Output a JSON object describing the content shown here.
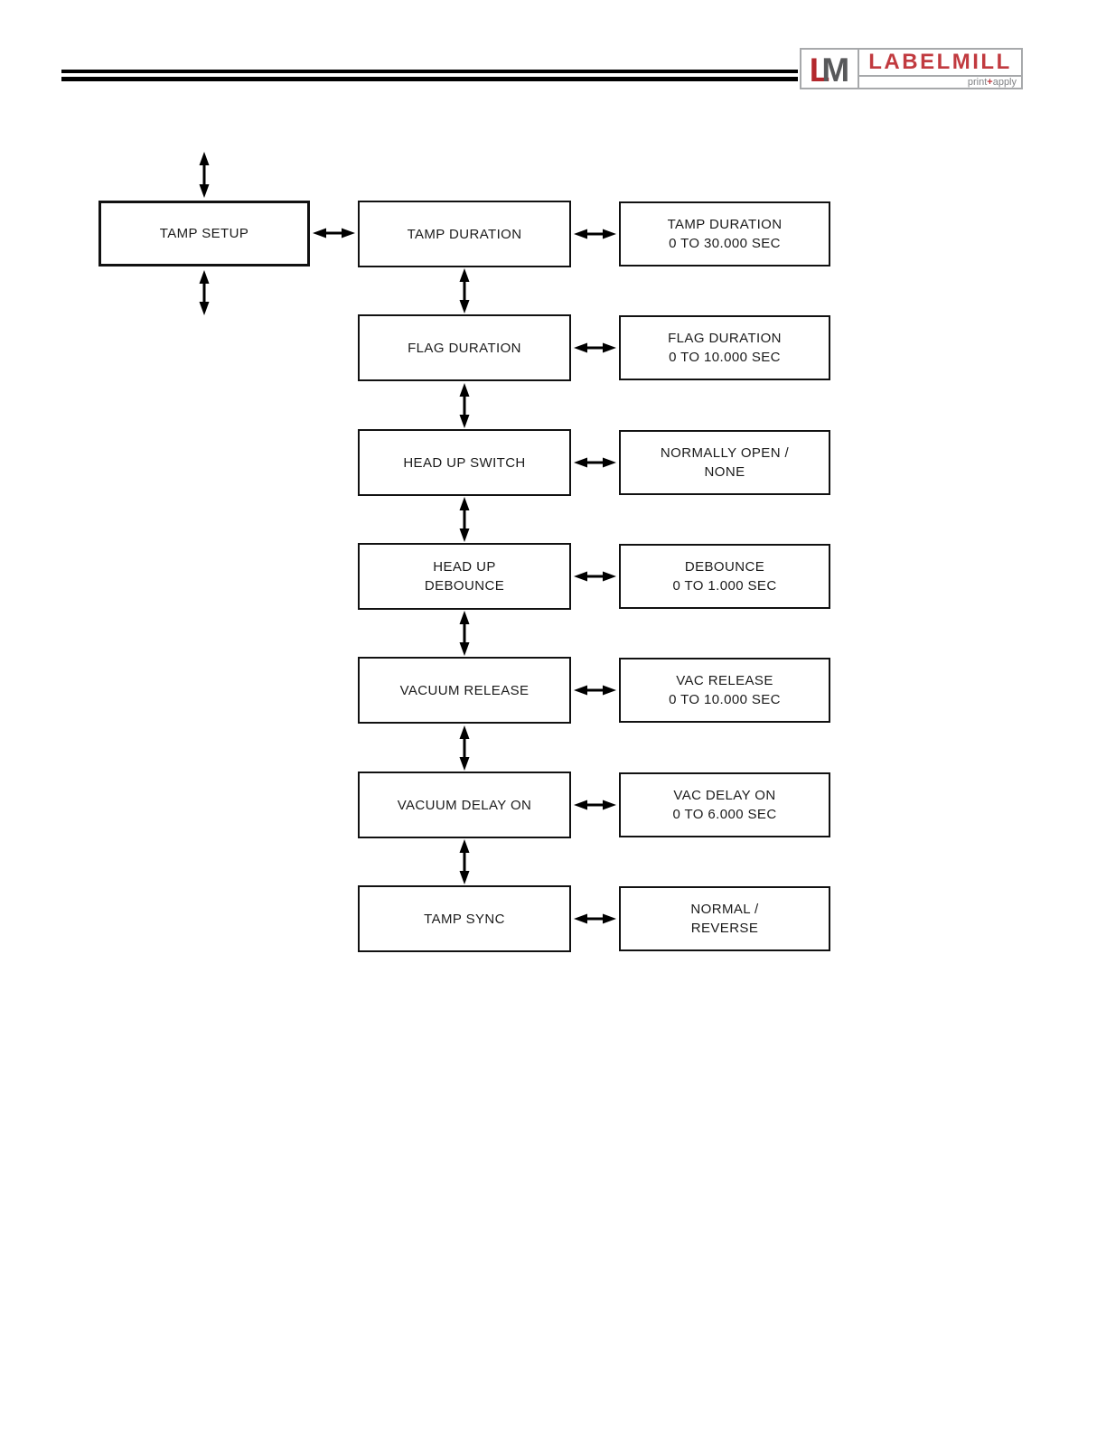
{
  "logo": {
    "monogram_l": "L",
    "monogram_m": "M",
    "name": "LABELMILL",
    "tagline_pre": "print",
    "tagline_sep": "+",
    "tagline_post": "apply",
    "colors": {
      "brand_red": "#c13a3f",
      "brand_gray": "#58595b",
      "border_gray": "#a7a9ab"
    }
  },
  "diagram": {
    "root_label": "TAMP SETUP",
    "rows": [
      {
        "item": "TAMP DURATION",
        "value": "TAMP DURATION\n0 TO 30.000 SEC"
      },
      {
        "item": "FLAG DURATION",
        "value": "FLAG DURATION\n0 TO 10.000 SEC"
      },
      {
        "item": "HEAD UP SWITCH",
        "value": "NORMALLY OPEN /\nNONE"
      },
      {
        "item": "HEAD UP\nDEBOUNCE",
        "value": "DEBOUNCE\n0 TO 1.000 SEC"
      },
      {
        "item": "VACUUM RELEASE",
        "value": "VAC RELEASE\n0 TO 10.000 SEC"
      },
      {
        "item": "VACUUM DELAY ON",
        "value": "VAC DELAY ON\n0 TO 6.000 SEC"
      },
      {
        "item": "TAMP SYNC",
        "value": "NORMAL /\nREVERSE"
      }
    ]
  }
}
